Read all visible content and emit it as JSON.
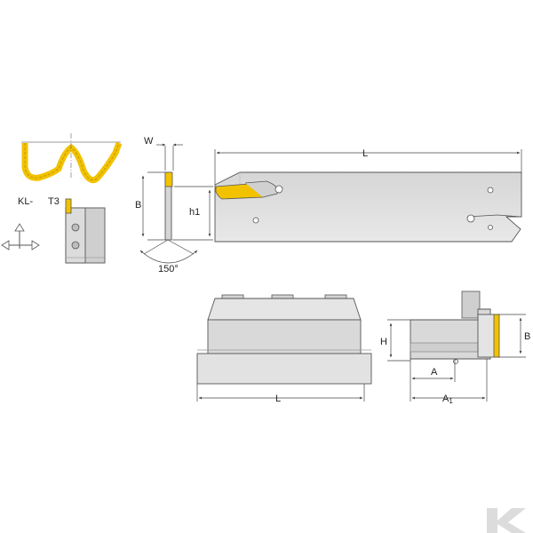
{
  "labels": {
    "profile_prefix": "KL-",
    "insert_type": "T3",
    "width": "W",
    "height_b": "B",
    "height_h1": "h1",
    "length_top": "L",
    "angle": "150°",
    "length_bottom": "L",
    "height_h": "H",
    "dim_a": "A",
    "dim_a1_base": "A",
    "dim_a1_sub": "1",
    "side_b": "B"
  },
  "colors": {
    "steel_light": "#e3e3e3",
    "steel_mid": "#cfcfcf",
    "steel_dark": "#a9a9a9",
    "insert": "#f2c200",
    "outline": "#555555"
  },
  "icons": [
    "direction-arrows-icon",
    "brand-logo-icon"
  ]
}
